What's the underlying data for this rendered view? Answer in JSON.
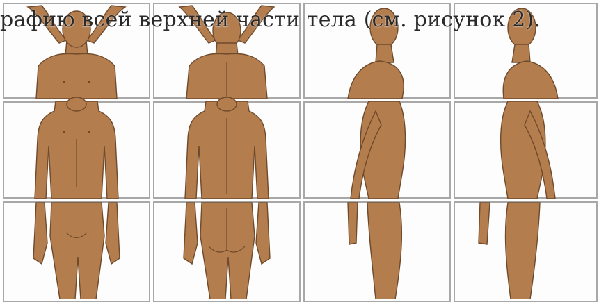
{
  "caption": {
    "text": "рафию всей верхней части тела (см. рисунок 2)."
  },
  "figure": {
    "rows": [
      "head-and-chest",
      "torso",
      "hips-and-legs"
    ],
    "columns": [
      "front",
      "back",
      "left-side",
      "right-side"
    ],
    "skin_color": "#b37d4e",
    "outline_color": "#6f4a2b",
    "grid_color": "#a8a8a8"
  }
}
